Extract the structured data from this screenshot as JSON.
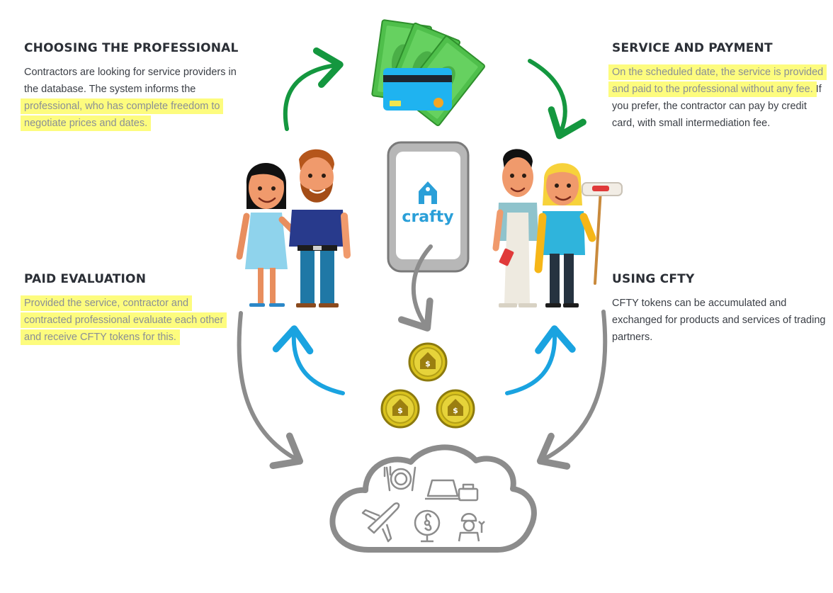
{
  "choosing": {
    "title": "CHOOSING THE PROFESSIONAL",
    "text_plain": "Contractors are looking for service providers in the database. The system informs the ",
    "text_highlight": "professional, who has complete freedom to negotiate prices and dates."
  },
  "service": {
    "title": "SERVICE AND PAYMENT",
    "text_highlight": "On the scheduled date, the service is provided and paid to the professional without any fee.",
    "text_plain": " If you prefer, the contractor can pay by credit card, with small intermediation fee."
  },
  "paid": {
    "title": "PAID EVALUATION",
    "text_highlight": "Provided the service, contractor and contracted professional evaluate each other and receive CFTY tokens for this."
  },
  "using": {
    "title": "USING CFTY",
    "text_plain": "CFTY tokens can be accumulated and exchanged for products and services of trading partners."
  },
  "phone": {
    "logo_text": "crafty"
  },
  "coin": {
    "symbol": "$"
  },
  "colors": {
    "green_arrow": "#14973f",
    "blue_arrow": "#1aa3e0",
    "gray_arrow": "#8c8c8c",
    "highlight": "#fdfc7e",
    "logo_blue": "#2a9fd8"
  },
  "icons": [
    "money-bills-icon",
    "credit-card-icon",
    "phone-icon",
    "coin-icon",
    "cloud-icon",
    "dining-icon",
    "laptop-printer-icon",
    "airplane-icon",
    "fan-icon",
    "technician-icon"
  ]
}
